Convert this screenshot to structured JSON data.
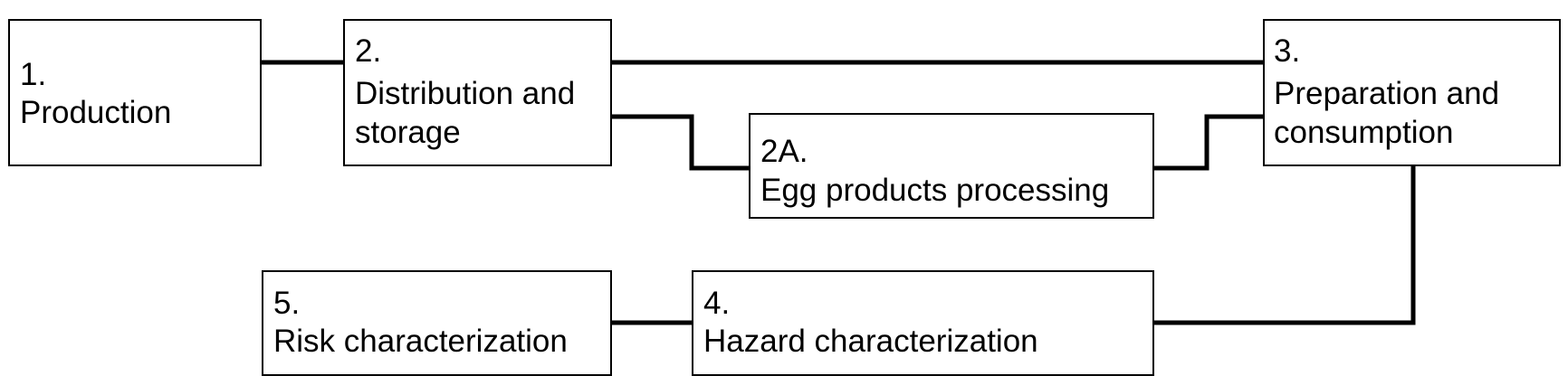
{
  "diagram": {
    "nodes": {
      "production": {
        "number": "1.",
        "label": "Production"
      },
      "distribution": {
        "number": "2.",
        "label_line1": "Distribution and",
        "label_line2": "storage"
      },
      "egg_processing": {
        "number": "2A.",
        "label": "Egg products processing"
      },
      "preparation": {
        "number": "3.",
        "label_line1": "Preparation and",
        "label_line2": "consumption"
      },
      "hazard": {
        "number": "4.",
        "label": "Hazard characterization"
      },
      "risk": {
        "number": "5.",
        "label": "Risk characterization"
      }
    },
    "edges": [
      {
        "from": "1.",
        "to": "2."
      },
      {
        "from": "2.",
        "to": "3."
      },
      {
        "from": "2.",
        "to": "2A."
      },
      {
        "from": "2A.",
        "to": "3."
      },
      {
        "from": "3.",
        "to": "4."
      },
      {
        "from": "4.",
        "to": "5."
      }
    ],
    "colors": {
      "stroke": "#000000",
      "fill": "#ffffff"
    }
  }
}
